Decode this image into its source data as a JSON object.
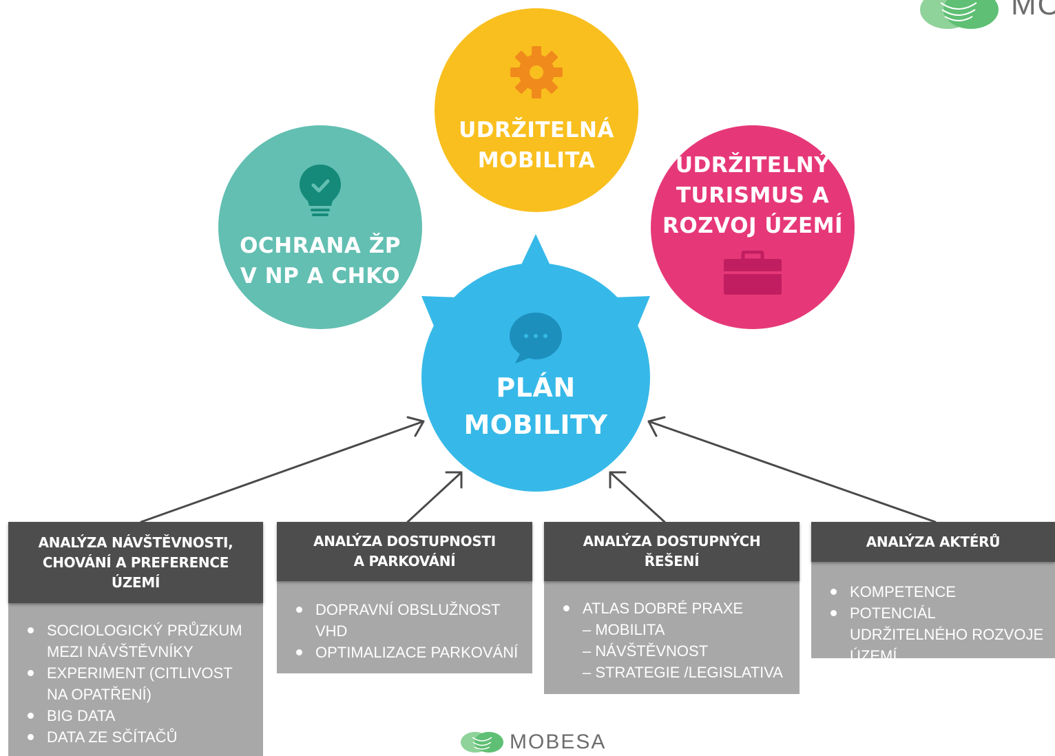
{
  "circles": {
    "green": {
      "line1": "OCHRANA ŽP",
      "line2": "V NP A CHKO",
      "icon": "lightbulb-icon",
      "color": "#62bfb2"
    },
    "yellow": {
      "line1": "UDRŽITELNÁ",
      "line2": "MOBILITA",
      "icon": "gear-icon",
      "color": "#f9bf1e"
    },
    "pink": {
      "line1": "UDRŽITELNÝ",
      "line2": "TURISMUS A",
      "line3": "ROZVOJ ÚZEMÍ",
      "icon": "briefcase-icon",
      "color": "#e63878"
    },
    "center": {
      "line1": "PLÁN",
      "line2": "MOBILITY",
      "icon": "speech-bubble-icon",
      "color": "#36b9e8"
    }
  },
  "boxes": [
    {
      "title_lines": [
        "ANALÝZA NÁVŠTĚVNOSTI,",
        "CHOVÁNÍ A PREFERENCE",
        "ÚZEMÍ"
      ],
      "items": [
        "SOCIOLOGICKÝ PRŮZKUM MEZI NÁVŠTĚVNÍKY",
        "EXPERIMENT (CITLIVOST NA OPATŘENÍ)",
        "BIG DATA",
        "DATA ZE SČÍTAČŮ"
      ]
    },
    {
      "title_lines": [
        "ANALÝZA DOSTUPNOSTI",
        "A PARKOVÁNÍ"
      ],
      "items": [
        "DOPRAVNÍ OBSLUŽNOST VHD",
        "OPTIMALIZACE PARKOVÁNÍ"
      ]
    },
    {
      "title_lines": [
        "ANALÝZA DOSTUPNÝCH",
        "ŘEŠENÍ"
      ],
      "items": [
        "ATLAS DOBRÉ PRAXE"
      ],
      "subitems": [
        "– MOBILITA",
        "– NÁVŠTĚVNOST",
        "– STRATEGIE /LEGISLATIVA"
      ]
    },
    {
      "title_lines": [
        "ANALÝZA AKTÉRŮ"
      ],
      "items": [
        "KOMPETENCE",
        "POTENCIÁL UDRŽITELNÉHO ROZVOJE ÚZEMÍ"
      ]
    }
  ],
  "logo": {
    "text_top": "MO",
    "text_bottom": "MOBESA"
  },
  "colors": {
    "header": "#4d4d4d",
    "body": "#a8a8a8",
    "arrow": "#4a4a4a"
  }
}
